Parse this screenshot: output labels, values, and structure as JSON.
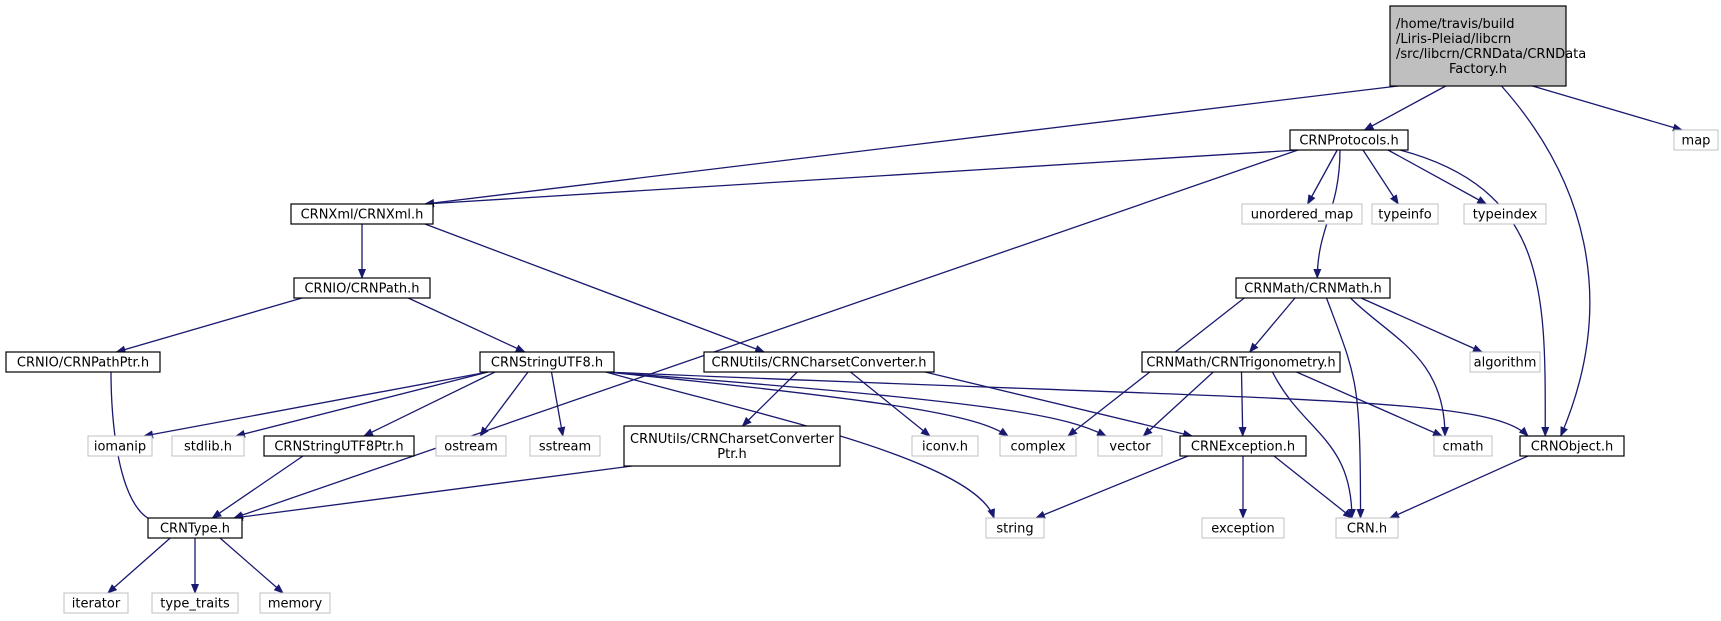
{
  "diagram": {
    "title": "",
    "colors": {
      "edge": "#191970",
      "root_fill": "#bfbfbf",
      "header_stroke": "#000000",
      "system_stroke": "#c0c0c0",
      "system_text": "#4d4d4d"
    },
    "nodes": [
      {
        "id": "root",
        "kind": "root",
        "lines": [
          "/home/travis/build",
          "/Liris-Pleiad/libcrn",
          "/src/libcrn/CRNData/CRNData",
          "Factory.h"
        ]
      },
      {
        "id": "protocols",
        "kind": "header",
        "lines": [
          "CRNProtocols.h"
        ]
      },
      {
        "id": "map",
        "kind": "system",
        "lines": [
          "map"
        ]
      },
      {
        "id": "xml",
        "kind": "header",
        "lines": [
          "CRNXml/CRNXml.h"
        ]
      },
      {
        "id": "unordered_map",
        "kind": "system",
        "lines": [
          "unordered_map"
        ]
      },
      {
        "id": "typeinfo",
        "kind": "system",
        "lines": [
          "typeinfo"
        ]
      },
      {
        "id": "typeindex",
        "kind": "system",
        "lines": [
          "typeindex"
        ]
      },
      {
        "id": "path",
        "kind": "header",
        "lines": [
          "CRNIO/CRNPath.h"
        ]
      },
      {
        "id": "math",
        "kind": "header",
        "lines": [
          "CRNMath/CRNMath.h"
        ]
      },
      {
        "id": "pathptr",
        "kind": "header",
        "lines": [
          "CRNIO/CRNPathPtr.h"
        ]
      },
      {
        "id": "utf8",
        "kind": "header",
        "lines": [
          "CRNStringUTF8.h"
        ]
      },
      {
        "id": "charset",
        "kind": "header",
        "lines": [
          "CRNUtils/CRNCharsetConverter.h"
        ]
      },
      {
        "id": "trigo",
        "kind": "header",
        "lines": [
          "CRNMath/CRNTrigonometry.h"
        ]
      },
      {
        "id": "algorithm",
        "kind": "system",
        "lines": [
          "algorithm"
        ]
      },
      {
        "id": "iomanip",
        "kind": "system",
        "lines": [
          "iomanip"
        ]
      },
      {
        "id": "stdlib",
        "kind": "system",
        "lines": [
          "stdlib.h"
        ]
      },
      {
        "id": "utf8ptr",
        "kind": "header",
        "lines": [
          "CRNStringUTF8Ptr.h"
        ]
      },
      {
        "id": "ostream",
        "kind": "system",
        "lines": [
          "ostream"
        ]
      },
      {
        "id": "sstream",
        "kind": "system",
        "lines": [
          "sstream"
        ]
      },
      {
        "id": "charsetptr",
        "kind": "header",
        "lines": [
          "CRNUtils/CRNCharsetConverter",
          "Ptr.h"
        ]
      },
      {
        "id": "iconv",
        "kind": "system",
        "lines": [
          "iconv.h"
        ]
      },
      {
        "id": "complex",
        "kind": "system",
        "lines": [
          "complex"
        ]
      },
      {
        "id": "vector",
        "kind": "system",
        "lines": [
          "vector"
        ]
      },
      {
        "id": "exception_h",
        "kind": "header",
        "lines": [
          "CRNException.h"
        ]
      },
      {
        "id": "cmath",
        "kind": "system",
        "lines": [
          "cmath"
        ]
      },
      {
        "id": "object",
        "kind": "header",
        "lines": [
          "CRNObject.h"
        ]
      },
      {
        "id": "type",
        "kind": "header",
        "lines": [
          "CRNType.h"
        ]
      },
      {
        "id": "string",
        "kind": "system",
        "lines": [
          "string"
        ]
      },
      {
        "id": "exception",
        "kind": "system",
        "lines": [
          "exception"
        ]
      },
      {
        "id": "crn",
        "kind": "system",
        "lines": [
          "CRN.h"
        ]
      },
      {
        "id": "iterator",
        "kind": "system",
        "lines": [
          "iterator"
        ]
      },
      {
        "id": "type_traits",
        "kind": "system",
        "lines": [
          "type_traits"
        ]
      },
      {
        "id": "memory",
        "kind": "system",
        "lines": [
          "memory"
        ]
      }
    ],
    "edges": [
      [
        "root",
        "protocols"
      ],
      [
        "root",
        "map"
      ],
      [
        "root",
        "xml"
      ],
      [
        "root",
        "object"
      ],
      [
        "protocols",
        "xml"
      ],
      [
        "protocols",
        "unordered_map"
      ],
      [
        "protocols",
        "typeinfo"
      ],
      [
        "protocols",
        "typeindex"
      ],
      [
        "protocols",
        "math"
      ],
      [
        "protocols",
        "type"
      ],
      [
        "protocols",
        "object"
      ],
      [
        "xml",
        "path"
      ],
      [
        "xml",
        "charset"
      ],
      [
        "path",
        "pathptr"
      ],
      [
        "path",
        "utf8"
      ],
      [
        "pathptr",
        "type"
      ],
      [
        "utf8",
        "iomanip"
      ],
      [
        "utf8",
        "stdlib"
      ],
      [
        "utf8",
        "utf8ptr"
      ],
      [
        "utf8",
        "ostream"
      ],
      [
        "utf8",
        "sstream"
      ],
      [
        "utf8",
        "string"
      ],
      [
        "utf8",
        "complex"
      ],
      [
        "utf8",
        "vector"
      ],
      [
        "utf8",
        "object"
      ],
      [
        "utf8ptr",
        "type"
      ],
      [
        "charset",
        "charsetptr"
      ],
      [
        "charset",
        "iconv"
      ],
      [
        "charset",
        "exception_h"
      ],
      [
        "charsetptr",
        "type"
      ],
      [
        "math",
        "trigo"
      ],
      [
        "math",
        "algorithm"
      ],
      [
        "math",
        "complex"
      ],
      [
        "math",
        "cmath"
      ],
      [
        "math",
        "crn"
      ],
      [
        "trigo",
        "vector"
      ],
      [
        "trigo",
        "exception_h"
      ],
      [
        "trigo",
        "cmath"
      ],
      [
        "trigo",
        "crn"
      ],
      [
        "exception_h",
        "string"
      ],
      [
        "exception_h",
        "exception"
      ],
      [
        "exception_h",
        "crn"
      ],
      [
        "object",
        "crn"
      ],
      [
        "type",
        "iterator"
      ],
      [
        "type",
        "type_traits"
      ],
      [
        "type",
        "memory"
      ]
    ]
  }
}
